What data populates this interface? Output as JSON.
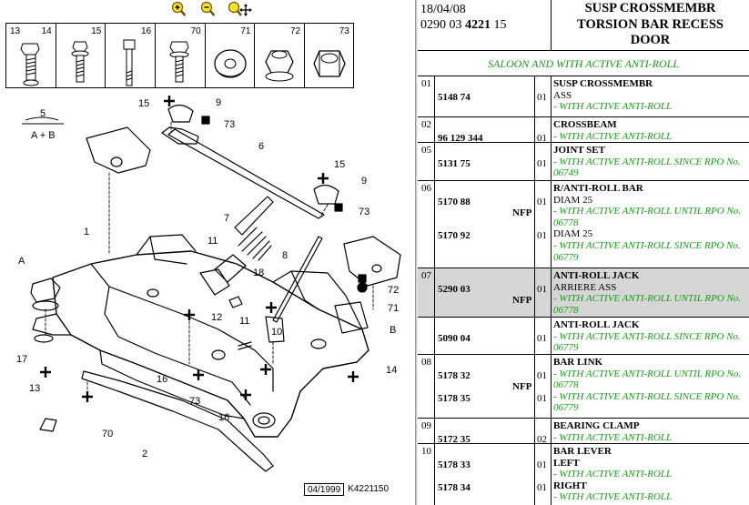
{
  "toolbar": {
    "zoom_in": "zoom-in",
    "zoom_out": "zoom-out",
    "zoom_pan": "zoom-pan"
  },
  "hardware": [
    {
      "nums": [
        "13",
        "14"
      ]
    },
    {
      "nums": [
        "15"
      ]
    },
    {
      "nums": [
        "16"
      ]
    },
    {
      "nums": [
        "70"
      ]
    },
    {
      "nums": [
        "71"
      ]
    },
    {
      "nums": [
        "72"
      ]
    },
    {
      "nums": [
        "73"
      ]
    }
  ],
  "diagram": {
    "callouts": [
      "15",
      "9",
      "73",
      "6",
      "5",
      "A + B",
      "7",
      "11",
      "8",
      "15",
      "9",
      "73",
      "18",
      "1",
      "A",
      "72",
      "71",
      "12",
      "11",
      "10",
      "B",
      "17",
      "13",
      "16",
      "73",
      "16",
      "14",
      "70",
      "2"
    ],
    "ref_date": "04/1999",
    "ref_code": "K4221150"
  },
  "header": {
    "date": "18/04/08",
    "code_prefix": "0290 03 ",
    "code_bold": "4221",
    "code_suffix": " 15",
    "title": [
      "SUSP CROSSMEMBR",
      "TORSION BAR RECESS",
      "DOOR"
    ]
  },
  "variant": "SALOON AND WITH ACTIVE ANTI-ROLL",
  "groups": [
    {
      "no": "01",
      "height": 45,
      "highlight": false,
      "lines": [
        {
          "pn": "",
          "nfp": "",
          "qty": "",
          "text": "SUSP CROSSMEMBR",
          "style": "bold"
        },
        {
          "pn": "5148 74",
          "nfp": "",
          "qty": "01",
          "text": "ASS",
          "style": "plain"
        },
        {
          "pn": "",
          "nfp": "",
          "qty": "",
          "text": "- WITH ACTIVE ANTI-ROLL",
          "style": "note"
        }
      ]
    },
    {
      "no": "02",
      "height": 28,
      "highlight": false,
      "lines": [
        {
          "pn": "",
          "nfp": "",
          "qty": "",
          "text": "CROSSBEAM",
          "style": "bold"
        },
        {
          "pn": "96 129 344",
          "nfp": "",
          "qty": "01",
          "text": "- WITH ACTIVE ANTI-ROLL",
          "style": "note"
        }
      ]
    },
    {
      "no": "05",
      "height": 42,
      "highlight": false,
      "lines": [
        {
          "pn": "",
          "nfp": "",
          "qty": "",
          "text": "JOINT SET",
          "style": "bold"
        },
        {
          "pn": "5131 75",
          "nfp": "",
          "qty": "01",
          "text": "- WITH ACTIVE ANTI-ROLL SINCE RPO No.",
          "style": "note"
        },
        {
          "pn": "",
          "nfp": "",
          "qty": "",
          "text": "06749",
          "style": "note"
        }
      ]
    },
    {
      "no": "06",
      "height": 96,
      "highlight": false,
      "lines": [
        {
          "pn": "",
          "nfp": "",
          "qty": "",
          "text": "R/ANTI-ROLL BAR",
          "style": "bold"
        },
        {
          "pn": "5170 88",
          "nfp": "",
          "qty": "01",
          "text": "DIAM 25",
          "style": "plain"
        },
        {
          "pn": "",
          "nfp": "NFP",
          "qty": "",
          "text": "- WITH ACTIVE ANTI-ROLL UNTIL RPO No.",
          "style": "note"
        },
        {
          "pn": "",
          "nfp": "",
          "qty": "",
          "text": "06778",
          "style": "note"
        },
        {
          "pn": "5170 92",
          "nfp": "",
          "qty": "01",
          "text": "DIAM 25",
          "style": "plain"
        },
        {
          "pn": "",
          "nfp": "",
          "qty": "",
          "text": "- WITH ACTIVE ANTI-ROLL SINCE RPO No.",
          "style": "note"
        },
        {
          "pn": "",
          "nfp": "",
          "qty": "",
          "text": "06779",
          "style": "note"
        }
      ]
    },
    {
      "no": "07",
      "height": 54,
      "highlight": true,
      "lines": [
        {
          "pn": "",
          "nfp": "",
          "qty": "",
          "text": "ANTI-ROLL JACK",
          "style": "bold"
        },
        {
          "pn": "5290 03",
          "nfp": "",
          "qty": "01",
          "text": "ARRIERE ASS",
          "style": "plain"
        },
        {
          "pn": "",
          "nfp": "NFP",
          "qty": "",
          "text": "- WITH ACTIVE ANTI-ROLL UNTIL RPO No.",
          "style": "note"
        },
        {
          "pn": "",
          "nfp": "",
          "qty": "",
          "text": "06778",
          "style": "note"
        }
      ]
    },
    {
      "no": "",
      "height": 41,
      "highlight": false,
      "lines": [
        {
          "pn": "",
          "nfp": "",
          "qty": "",
          "text": "ANTI-ROLL JACK",
          "style": "bold"
        },
        {
          "pn": "5090 04",
          "nfp": "",
          "qty": "01",
          "text": "- WITH ACTIVE ANTI-ROLL SINCE RPO No.",
          "style": "note"
        },
        {
          "pn": "",
          "nfp": "",
          "qty": "",
          "text": "06779",
          "style": "note"
        }
      ]
    },
    {
      "no": "08",
      "height": 70,
      "highlight": false,
      "lines": [
        {
          "pn": "",
          "nfp": "",
          "qty": "",
          "text": "BAR LINK",
          "style": "bold"
        },
        {
          "pn": "5178 32",
          "nfp": "",
          "qty": "01",
          "text": "- WITH ACTIVE ANTI-ROLL UNTIL RPO No.",
          "style": "note"
        },
        {
          "pn": "",
          "nfp": "NFP",
          "qty": "",
          "text": "06778",
          "style": "note"
        },
        {
          "pn": "5178 35",
          "nfp": "",
          "qty": "01",
          "text": "- WITH ACTIVE ANTI-ROLL SINCE RPO No.",
          "style": "note"
        },
        {
          "pn": "",
          "nfp": "",
          "qty": "",
          "text": "06779",
          "style": "note"
        }
      ]
    },
    {
      "no": "09",
      "height": 28,
      "highlight": false,
      "lines": [
        {
          "pn": "",
          "nfp": "",
          "qty": "",
          "text": "BEARING CLAMP",
          "style": "bold"
        },
        {
          "pn": "5172 35",
          "nfp": "",
          "qty": "02",
          "text": "- WITH ACTIVE ANTI-ROLL",
          "style": "note"
        }
      ]
    },
    {
      "no": "10",
      "height": 72,
      "highlight": false,
      "lines": [
        {
          "pn": "",
          "nfp": "",
          "qty": "",
          "text": "BAR LEVER",
          "style": "bold"
        },
        {
          "pn": "5178 33",
          "nfp": "",
          "qty": "01",
          "text": "LEFT",
          "style": "bold"
        },
        {
          "pn": "",
          "nfp": "",
          "qty": "",
          "text": "- WITH ACTIVE ANTI-ROLL",
          "style": "note"
        },
        {
          "pn": "5178 34",
          "nfp": "",
          "qty": "01",
          "text": "RIGHT",
          "style": "bold"
        },
        {
          "pn": "",
          "nfp": "",
          "qty": "",
          "text": "- WITH ACTIVE ANTI-ROLL",
          "style": "note"
        }
      ]
    }
  ]
}
